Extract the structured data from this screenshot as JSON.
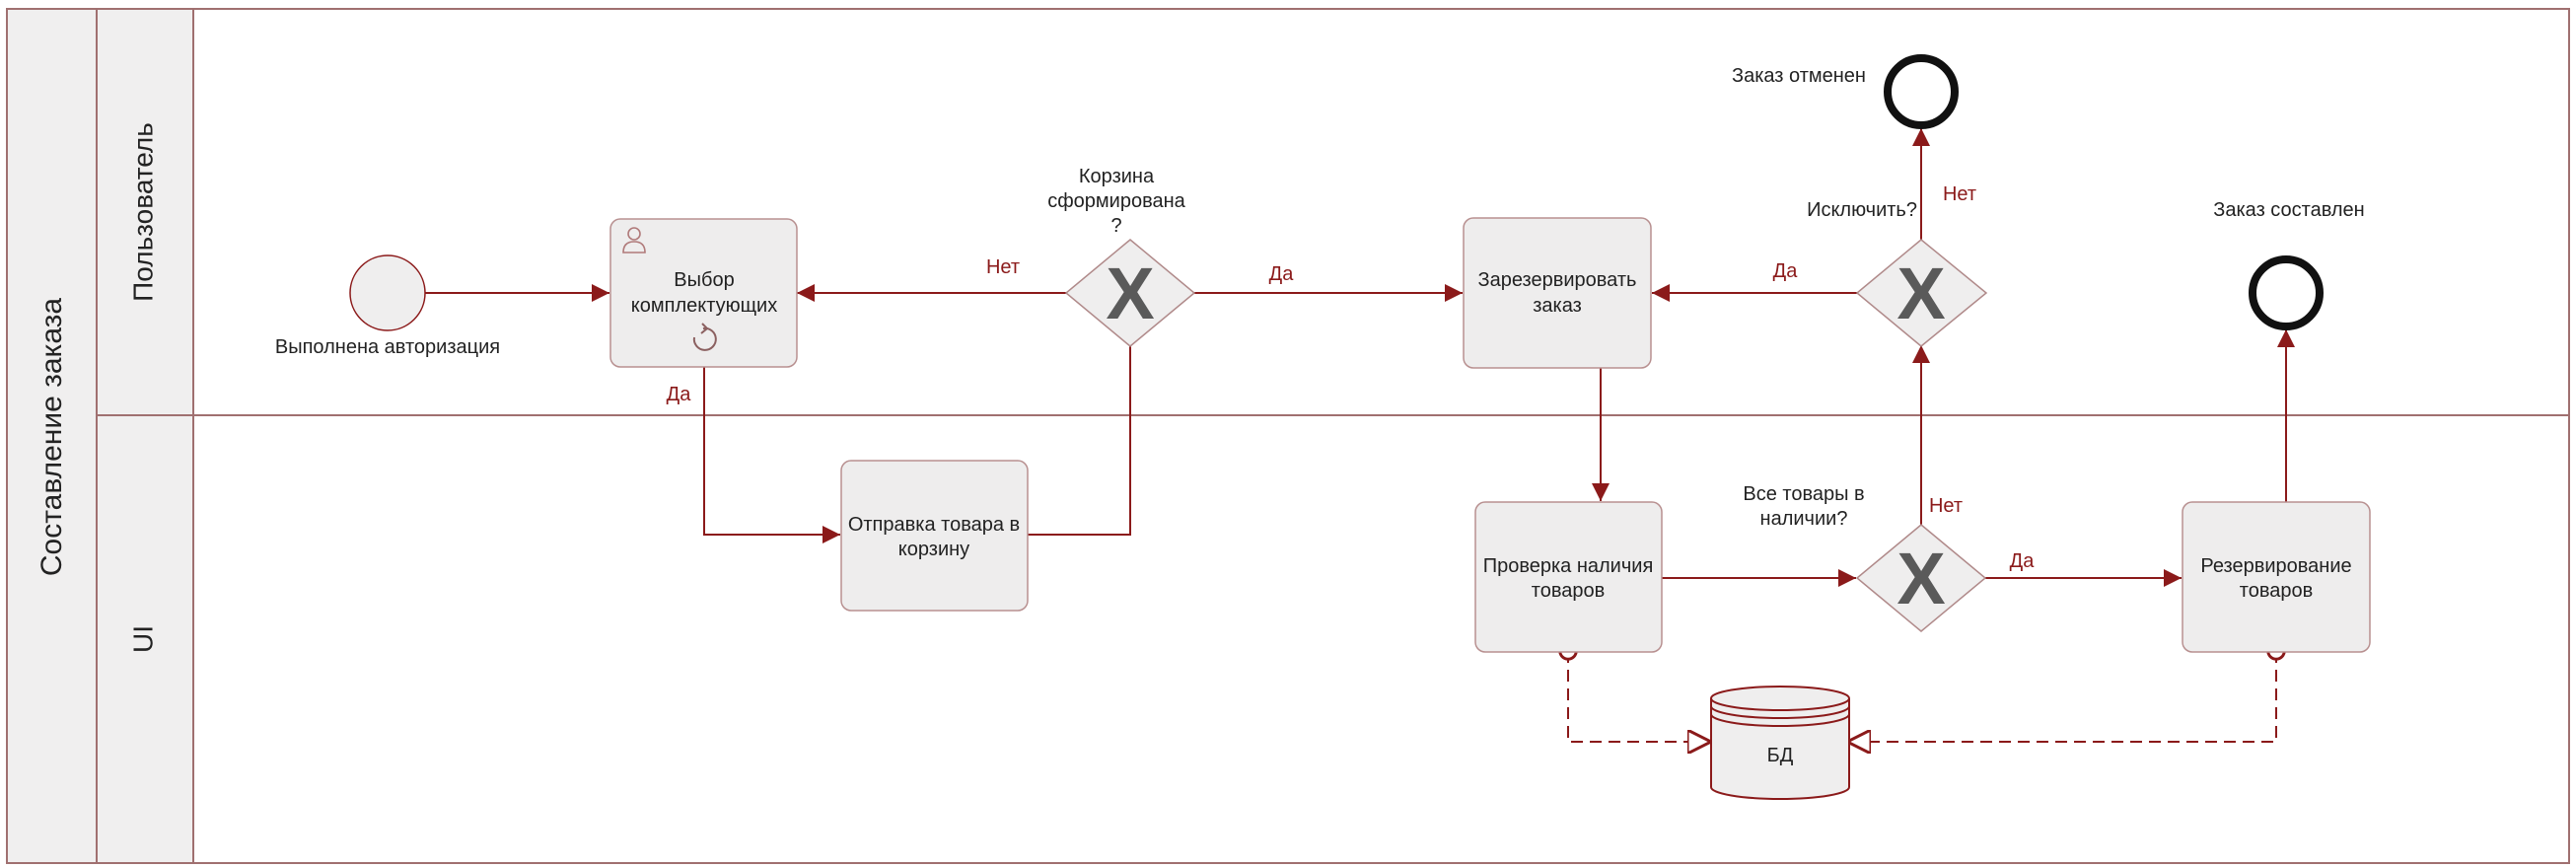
{
  "pool": {
    "label": "Составление заказа"
  },
  "lanes": [
    {
      "id": "user",
      "label": "Пользователь"
    },
    {
      "id": "ui",
      "label": "UI"
    }
  ],
  "events": {
    "start": {
      "label": "Выполнена авторизация"
    },
    "cancelled": {
      "label": "Заказ отменен"
    },
    "composed": {
      "label": "Заказ составлен"
    }
  },
  "tasks": {
    "select": {
      "lines": [
        "Выбор",
        "комплектующих"
      ],
      "icon": "user-task-icon",
      "marker": "loop-icon"
    },
    "send_cart": {
      "lines": [
        "Отправка товара в",
        "корзину"
      ]
    },
    "reserve_order": {
      "lines": [
        "Зарезервировать",
        "заказ"
      ]
    },
    "check_stock": {
      "lines": [
        "Проверка наличия",
        "товаров"
      ]
    },
    "reserve_goods": {
      "lines": [
        "Резервирование",
        "товаров"
      ]
    }
  },
  "gateways": {
    "cart": {
      "lines": [
        "Корзина",
        "сформирована",
        "?"
      ],
      "symbol": "X"
    },
    "exclude": {
      "lines": [
        "Исключить?"
      ],
      "symbol": "X"
    },
    "all_in_stock": {
      "lines": [
        "Все товары в",
        "наличии?"
      ],
      "symbol": "X"
    }
  },
  "datastore": {
    "label": "БД"
  },
  "flow_labels": {
    "cart_no": "Нет",
    "cart_yes": "Да",
    "select_yes": "Да",
    "exclude_yes": "Да",
    "exclude_no": "Нет",
    "stock_no": "Нет",
    "stock_yes": "Да"
  },
  "colors": {
    "flow": "#8b1a1a",
    "task_fill": "#eeeded",
    "lane_border": "#a07070"
  }
}
